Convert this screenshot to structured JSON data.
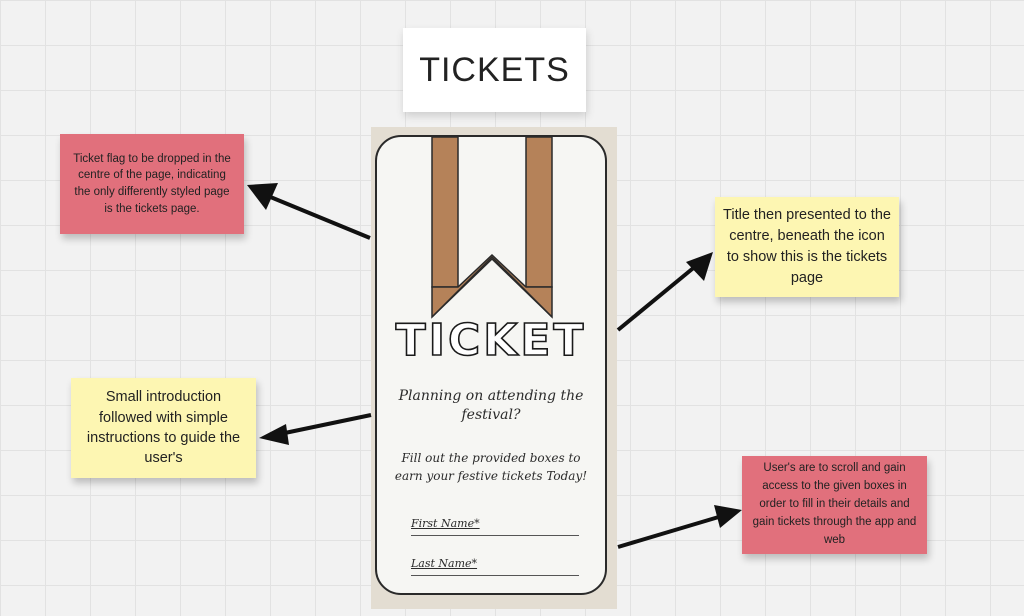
{
  "page_title": "TICKETS",
  "notes": [
    {
      "id": "flag-note",
      "color": "pink",
      "text": "Ticket flag to be dropped in the centre of the page, indicating the only differently styled page is the tickets page."
    },
    {
      "id": "title-note",
      "color": "yellow",
      "text": "Title then presented to the centre, beneath the icon to show this is the tickets page"
    },
    {
      "id": "intro-note",
      "color": "yellow",
      "text": "Small introduction followed with simple instructions to guide the user's"
    },
    {
      "id": "scroll-note",
      "color": "pink",
      "text": "User's are to scroll and gain access to the given boxes in order to fill in their details and gain tickets through the app and web"
    }
  ],
  "sketch": {
    "heading": "TICKET",
    "intro": "Planning on attending the festival?",
    "instructions": "Fill out the provided boxes to earn your festive tickets Today!",
    "fields": [
      {
        "label": "First Name*"
      },
      {
        "label": "Last Name*"
      }
    ]
  },
  "colors": {
    "pink_note": "#e1707c",
    "yellow_note": "#fdf6b2",
    "flag": "#b58259",
    "canvas": "#f2f2f2"
  },
  "icons": [
    "bookmark-flag-icon",
    "arrow-icon"
  ]
}
